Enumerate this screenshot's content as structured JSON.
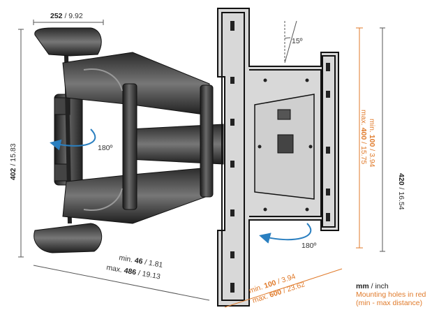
{
  "dimensions": {
    "top_width": {
      "mm": "252",
      "inch": "9.92"
    },
    "height": {
      "mm": "402",
      "inch": "15.83"
    },
    "plate_height": {
      "mm": "420",
      "inch": "16.54"
    },
    "extension": {
      "min_label": "min.",
      "min_mm": "46",
      "min_inch": "1.81",
      "max_label": "max.",
      "max_mm": "486",
      "max_inch": "19.13"
    }
  },
  "vesa_vertical": {
    "min_label": "min.",
    "min_mm": "100",
    "min_inch": "3.94",
    "max_label": "max.",
    "max_mm": "400",
    "max_inch": "15.75"
  },
  "vesa_horizontal": {
    "min_label": "min.",
    "min_mm": "100",
    "min_inch": "3.94",
    "max_label": "max.",
    "max_mm": "600",
    "max_inch": "23.62"
  },
  "angles": {
    "tilt": "15º",
    "swivel_left": "180º",
    "swivel_right": "180º"
  },
  "legend": {
    "unit_mm": "mm",
    "unit_rest": " / inch",
    "line1": "Mounting holes in red",
    "line2": "(min - max distance)"
  },
  "colors": {
    "dimension_text": "#222222",
    "accent_orange": "#e07a2a",
    "arrow_blue": "#2a7fc0"
  }
}
